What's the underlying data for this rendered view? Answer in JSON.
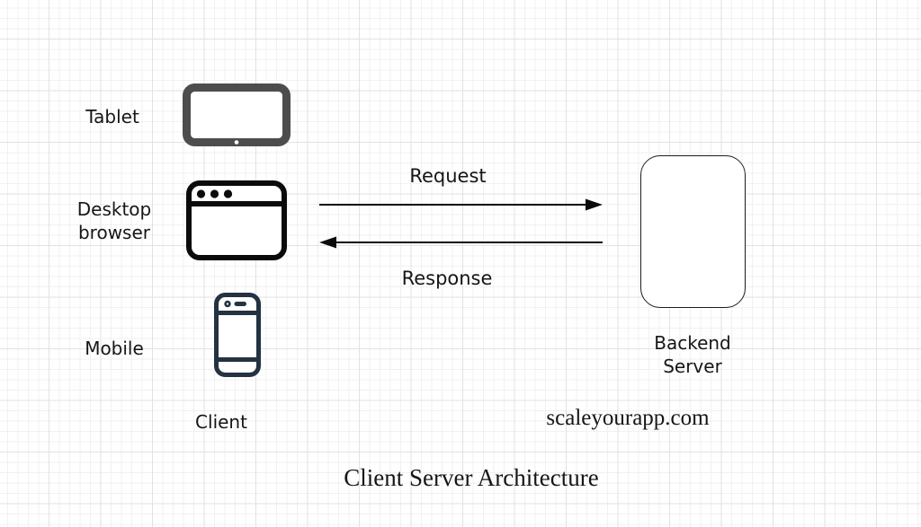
{
  "title": "Client Server Architecture",
  "watermark": "scaleyourapp.com",
  "client": {
    "group_label": "Client",
    "tablet_label": "Tablet",
    "desktop_label_line1": "Desktop",
    "desktop_label_line2": "browser",
    "mobile_label": "Mobile"
  },
  "server": {
    "label_line1": "Backend",
    "label_line2": "Server"
  },
  "flows": {
    "request_label": "Request",
    "response_label": "Response"
  },
  "colors": {
    "background": "#ffffff",
    "grid_minor": "#f1f1f4",
    "grid_major": "#e2e2e5",
    "text": "#161616",
    "tablet_icon": "#4d4d4d",
    "desktop_icon": "#0b0b0b",
    "mobile_icon": "#243242",
    "arrow": "#0b0b0b",
    "server_border": "#1c1c1c"
  }
}
